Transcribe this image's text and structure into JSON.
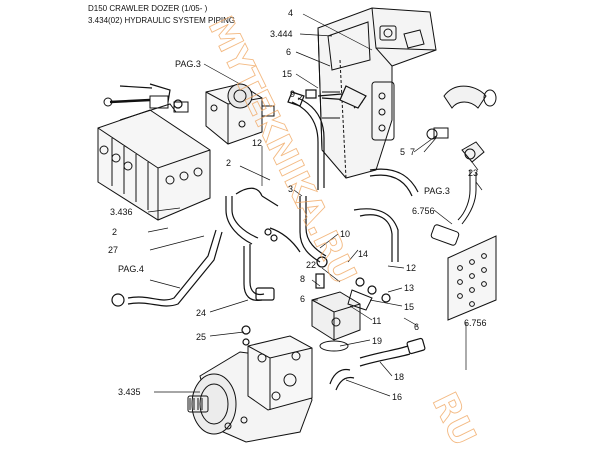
{
  "header": {
    "title": "D150 CRAWLER DOZER (1/05- )",
    "subtitle": "3.434(02) HYDRAULIC SYSTEM PIPING"
  },
  "watermark": {
    "text": "MYTEKNIKA.RU",
    "tail": "RU",
    "color": "#f0a35a"
  },
  "callouts": {
    "c4": "4",
    "c3444": "3.444",
    "c6a": "6",
    "c15a": "15",
    "pag3a": "PAG.3",
    "c9": "9",
    "c12a": "12",
    "c2a": "2",
    "c3": "3",
    "c3436": "3.436",
    "c2b": "2",
    "c27": "27",
    "c5": "5",
    "c7": "7",
    "c23": "23",
    "pag3b": "PAG.3",
    "c6756a": "6.756",
    "c10": "10",
    "c14": "14",
    "c22": "22",
    "c8": "8",
    "c6b": "6",
    "c12b": "12",
    "c13": "13",
    "c15b": "15",
    "c11": "11",
    "c6c": "6",
    "c6756b": "6.756",
    "pag4": "PAG.4",
    "c24": "24",
    "c25": "25",
    "c19": "19",
    "c18": "18",
    "c3435": "3.435",
    "c16": "16"
  }
}
